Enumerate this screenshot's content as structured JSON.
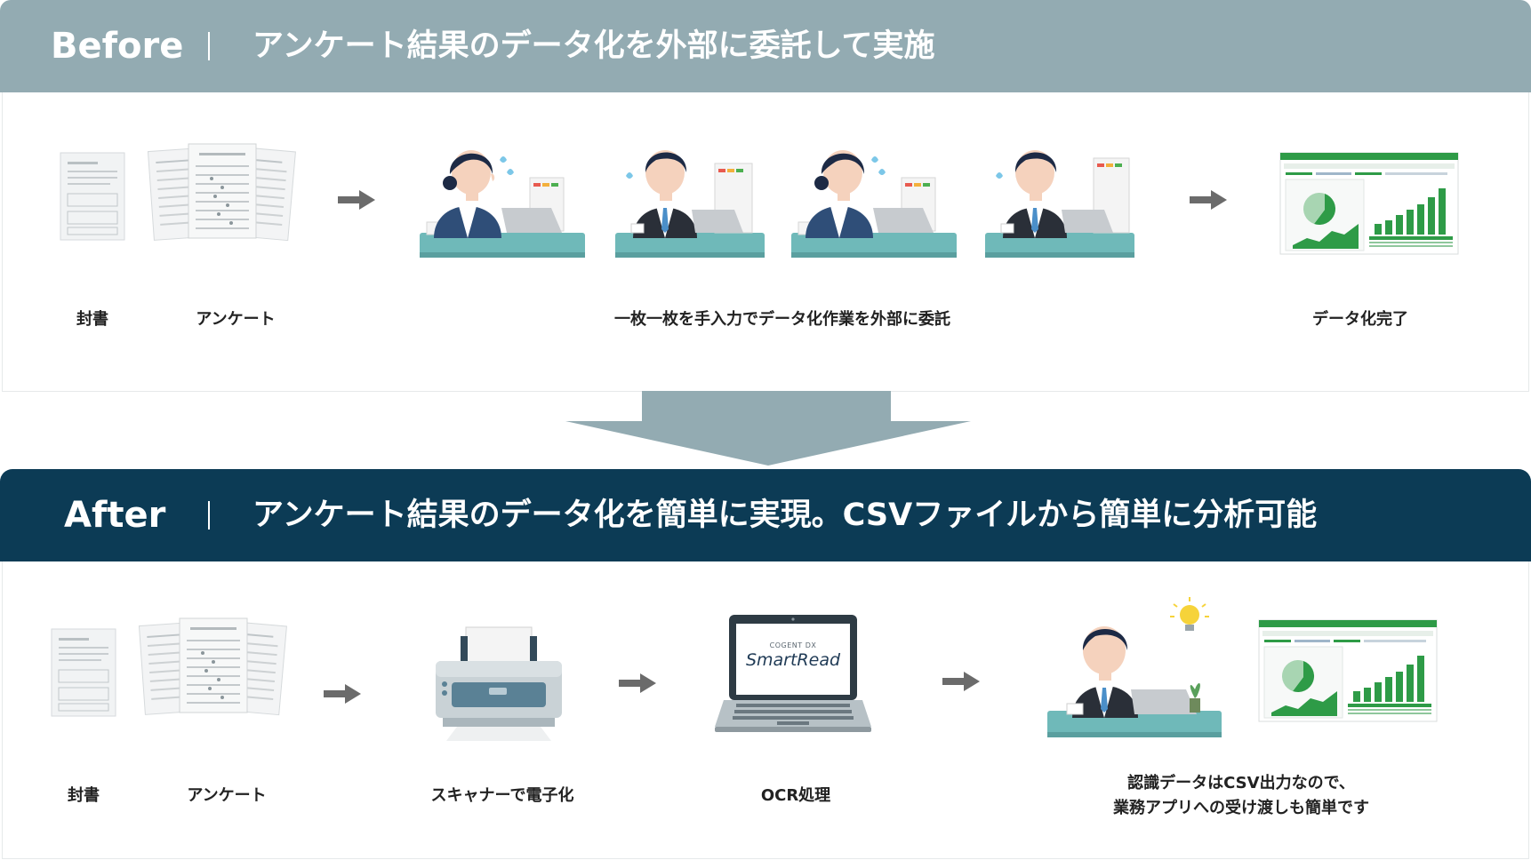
{
  "before": {
    "tag": "Before",
    "title": "アンケート結果のデータ化を外部に委託して実施",
    "labels": {
      "envelope": "封書",
      "survey": "アンケート",
      "outsource": "一枚一枚を手入力でデータ化作業を外部に委託",
      "done": "データ化完了"
    }
  },
  "after": {
    "tag": "After",
    "title": "アンケート結果のデータ化を簡単に実現。CSVファイルから簡単に分析可能",
    "labels": {
      "envelope": "封書",
      "survey": "アンケート",
      "scanner": "スキャナーで電子化",
      "ocr": "OCR処理",
      "result_line1": "認識データはCSV出力なので、",
      "result_line2": "業務アプリへの受け渡しも簡単です"
    },
    "screen_brand_small": "COGENT DX",
    "screen_brand": "SmartRead"
  },
  "colors": {
    "before_banner": "#93abb2",
    "after_banner": "#0c3b55",
    "flow_arrow": "#93abb2",
    "desk": "#6fb9b9",
    "sheet_green": "#2e9b47",
    "step_arrow": "#6b6b6b"
  },
  "icons": [
    "envelope-icon",
    "survey-sheets-icon",
    "worker-icon",
    "printer-icon",
    "laptop-icon",
    "lightbulb-icon",
    "spreadsheet-icon",
    "arrow-right-icon",
    "arrow-down-icon"
  ]
}
